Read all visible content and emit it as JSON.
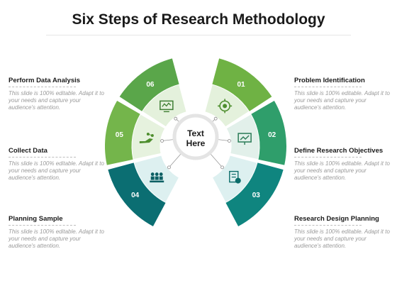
{
  "title": "Six Steps of Research Methodology",
  "center": {
    "line1": "Text",
    "line2": "Here"
  },
  "steps": [
    {
      "number": "01",
      "title": "Problem Identification",
      "description": "This slide is 100% editable. Adapt it to your needs and capture your audience's attention.",
      "icon": "target-gear-icon",
      "color": "#6fb244"
    },
    {
      "number": "02",
      "title": "Define Research Objectives",
      "description": "This slide is 100% editable. Adapt it to your needs and capture your audience's attention.",
      "icon": "presentation-board-icon",
      "color": "#2f9e6b"
    },
    {
      "number": "03",
      "title": "Research Design Planning",
      "description": "This slide is 100% editable. Adapt it to your needs and capture your audience's attention.",
      "icon": "research-plan-icon",
      "color": "#0f857f"
    },
    {
      "number": "04",
      "title": "Planning Sample",
      "description": "This slide is 100% editable. Adapt it to your needs and capture your audience's attention.",
      "icon": "people-group-icon",
      "color": "#0b6e72"
    },
    {
      "number": "05",
      "title": "Collect Data",
      "description": "This slide is 100% editable. Adapt it to your needs and capture your audience's attention.",
      "icon": "hand-data-icon",
      "color": "#74b54b"
    },
    {
      "number": "06",
      "title": "Perform Data Analysis",
      "description": "This slide is 100% editable. Adapt it to your needs and capture your audience's attention.",
      "icon": "monitor-chart-icon",
      "color": "#5aa64a"
    }
  ]
}
